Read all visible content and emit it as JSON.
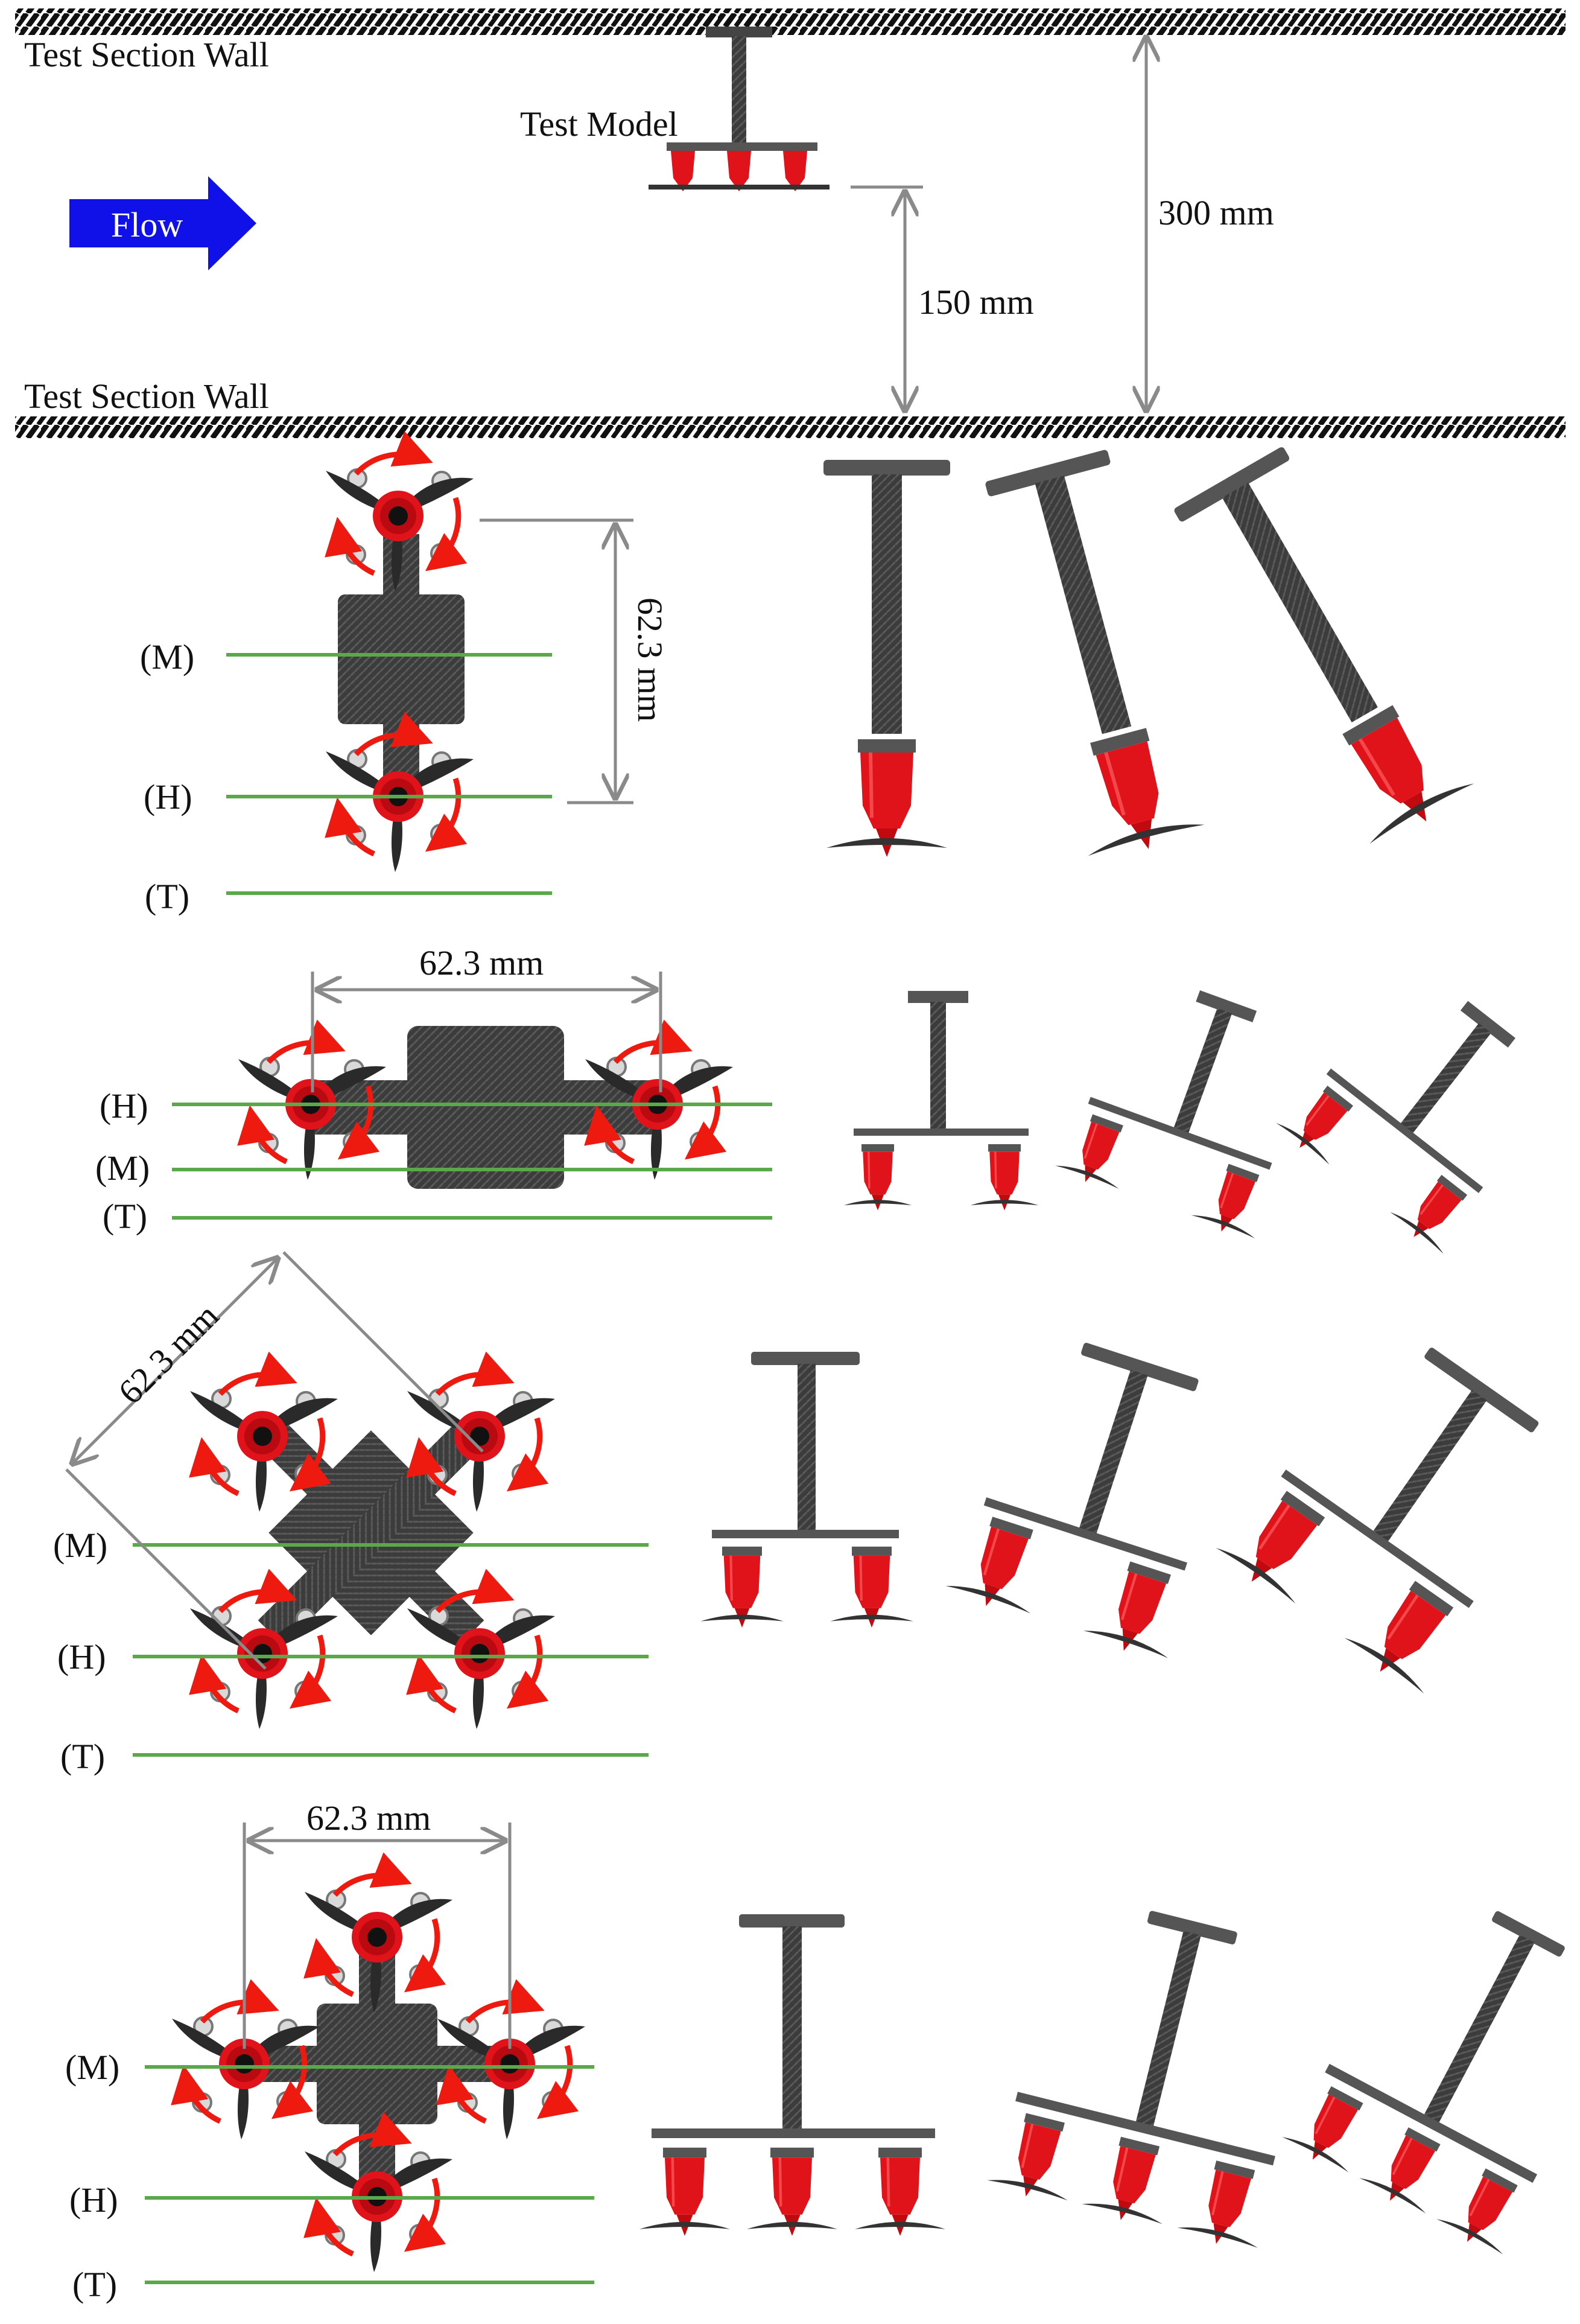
{
  "header": {
    "wall_top_label": "Test Section Wall",
    "wall_bottom_label": "Test Section Wall",
    "model_label": "Test Model",
    "flow_label": "Flow",
    "dim_150": "150 mm",
    "dim_300": "300 mm"
  },
  "configs": [
    {
      "name": "single-axis-two-rotor",
      "dimension": "62.3 mm",
      "planes": [
        "(M)",
        "(H)",
        "(T)"
      ]
    },
    {
      "name": "lateral-two-rotor",
      "dimension": "62.3 mm",
      "planes": [
        "(H)",
        "(M)",
        "(T)"
      ]
    },
    {
      "name": "quad-x",
      "dimension": "62.3 mm",
      "planes": [
        "(M)",
        "(H)",
        "(T)"
      ]
    },
    {
      "name": "quad-plus",
      "dimension": "62.3 mm",
      "planes": [
        "(M)",
        "(H)",
        "(T)"
      ]
    }
  ],
  "colors": {
    "rotor_red": "#e0121a",
    "carbon": "#3a3a3a",
    "arrow_red": "#ee1a10",
    "flow_blue": "#1010e8",
    "plane_green": "#5aa84a",
    "dim_gray": "#8a8a8a"
  }
}
